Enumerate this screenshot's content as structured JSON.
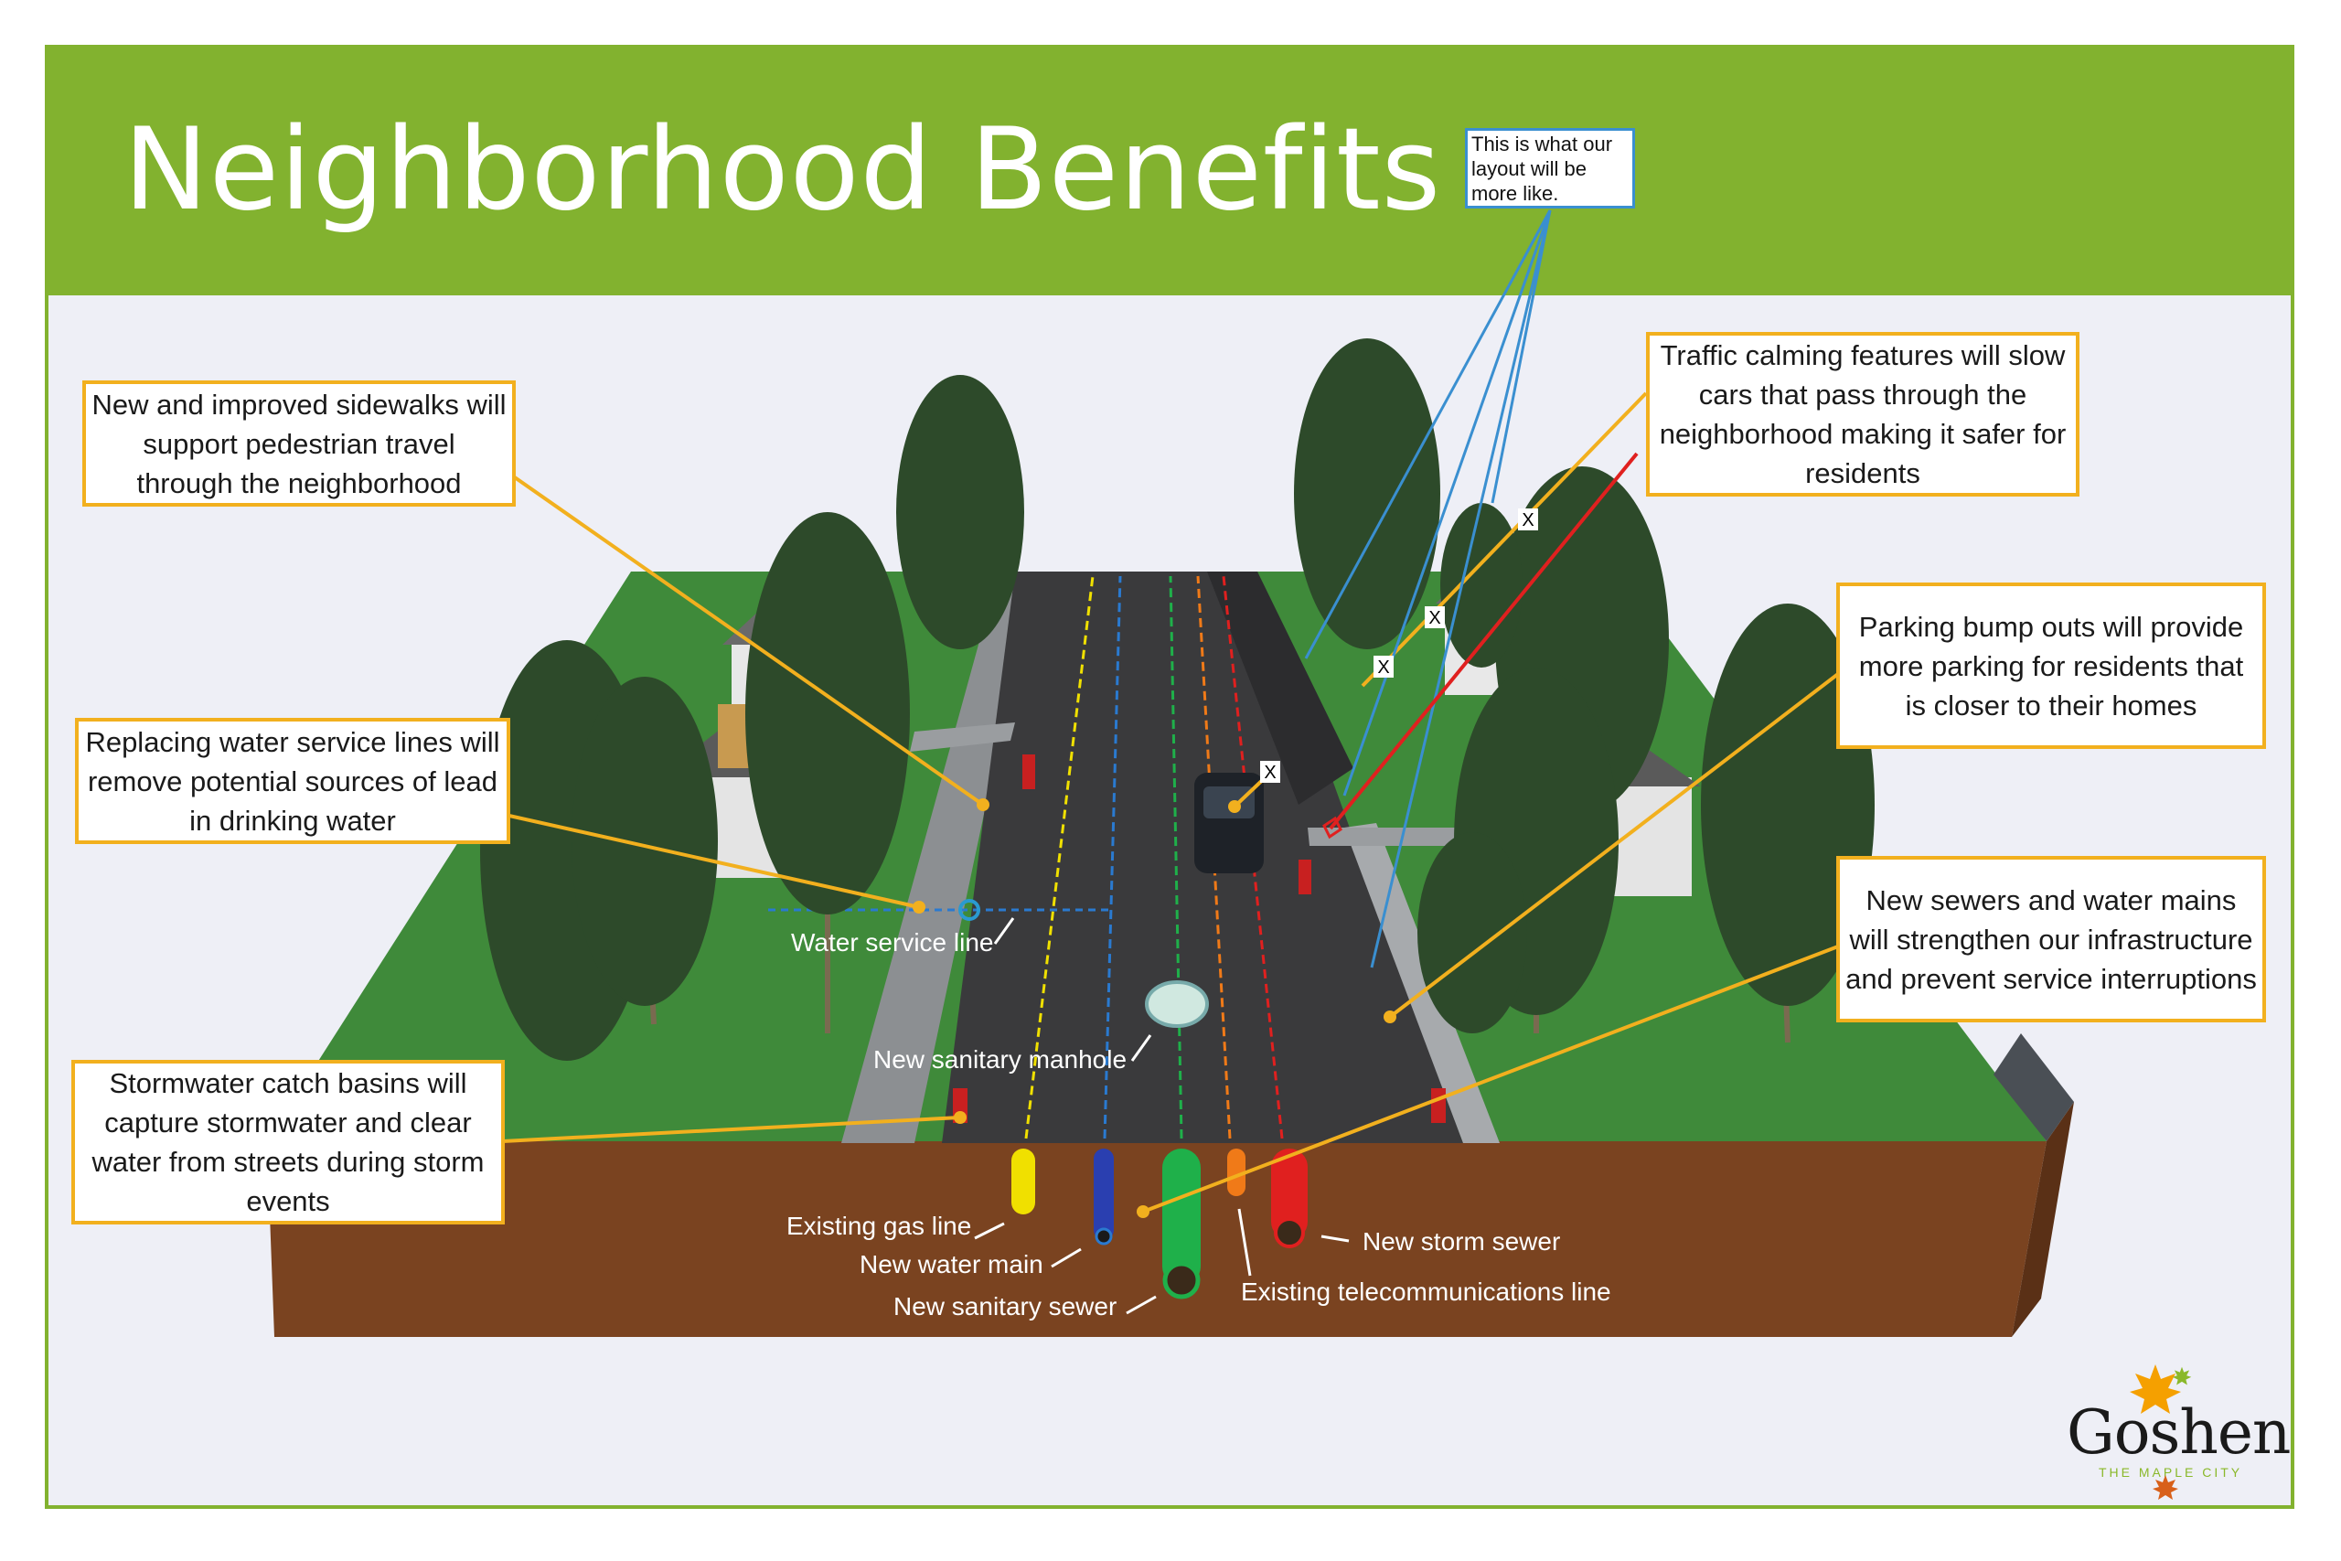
{
  "header": {
    "title": "Neighborhood Benefits",
    "note": "This is what our layout will be more like."
  },
  "callouts": {
    "sidewalks": "New and improved sidewalks will support pedestrian travel through the neighborhood",
    "water_service": "Replacing water service lines will remove potential sources of lead in drinking water",
    "catch_basins": "Stormwater catch basins will capture stormwater and clear water from streets during storm events",
    "traffic_calming": "Traffic calming features will slow cars that pass through the neighborhood making it safer for residents",
    "parking": "Parking bump outs will provide more parking for residents that is closer to their homes",
    "sewers": "New sewers and water mains will strengthen our infrastructure and prevent service interruptions"
  },
  "labels": {
    "water_service_line": "Water service line",
    "sanitary_manhole": "New sanitary manhole",
    "gas_line": "Existing gas line",
    "water_main": "New water main",
    "sanitary_sewer": "New sanitary sewer",
    "telecom": "Existing telecommunications line",
    "storm_sewer": "New storm sewer"
  },
  "markers": {
    "x": "X"
  },
  "logo": {
    "name": "Goshen",
    "tagline": "THE MAPLE CITY"
  },
  "colors": {
    "brand_green": "#82b22f",
    "callout_border": "#f2b01e",
    "note_line": "#3a8fd0",
    "traffic_line": "#e0201f",
    "soil": "#7a4320",
    "grass": "#3f8a3a",
    "road": "#3a3a3c",
    "gas": "#f0e000",
    "water": "#2a3fb0",
    "sanitary": "#1fb04a",
    "telecom": "#f07a18",
    "storm": "#e0201f"
  }
}
